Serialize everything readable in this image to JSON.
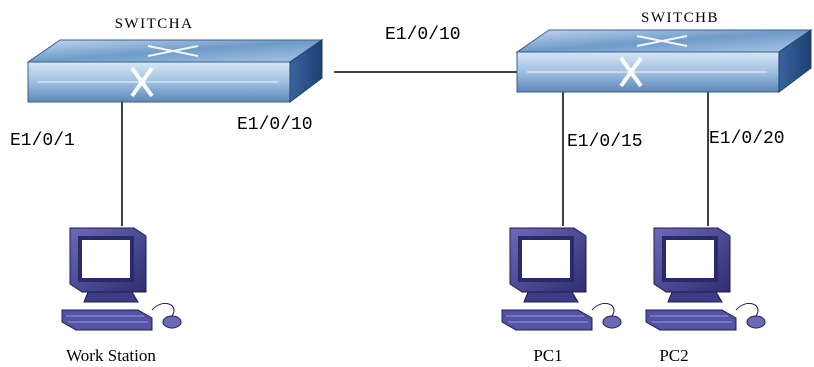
{
  "switches": {
    "a": {
      "name": "SWITCHA"
    },
    "b": {
      "name": "SWITCHB"
    }
  },
  "ports": {
    "a_to_workstation": "E1/0/1",
    "a_uplink": "E1/0/10",
    "link_label": "E1/0/10",
    "b_to_pc1": "E1/0/15",
    "b_to_pc2": "E1/0/20"
  },
  "hosts": {
    "workstation": {
      "label": "Work Station"
    },
    "pc1": {
      "label": "PC1"
    },
    "pc2": {
      "label": "PC2"
    }
  },
  "colors": {
    "switch_top": "#7fa6cc",
    "switch_front": "#b9d2ea",
    "switch_side": "#2b4f86",
    "monitor_body": "#4a4a96",
    "screen": "#ffffff",
    "keyboard": "#5c5ca8"
  }
}
